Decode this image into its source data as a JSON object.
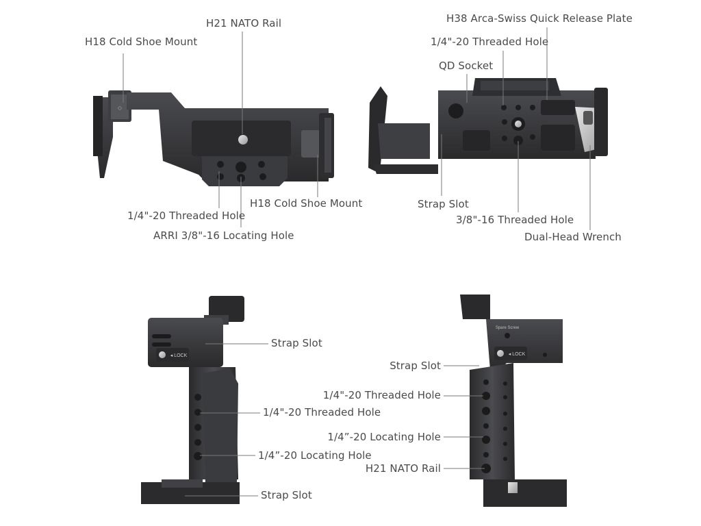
{
  "labels": {
    "top_left": {
      "nato_rail": "H21 NATO Rail",
      "cold_shoe_top": "H18 Cold Shoe Mount",
      "cold_shoe_right": "H18 Cold Shoe Mount",
      "threaded_hole": "1/4\"-20 Threaded Hole",
      "arri_hole": "ARRI 3/8\"-16 Locating Hole"
    },
    "top_right": {
      "arca_plate": "H38 Arca-Swiss Quick Release Plate",
      "threaded_hole": "1/4\"-20 Threaded Hole",
      "qd_socket": "QD Socket",
      "strap_slot": "Strap Slot",
      "threaded_hole_38": "3/8\"-16 Threaded Hole",
      "wrench": "Dual-Head Wrench"
    },
    "bottom_left": {
      "strap_slot_top": "Strap Slot",
      "threaded_hole": "1/4\"-20 Threaded Hole",
      "locating_hole": "1/4”-20 Locating Hole",
      "strap_slot_bottom": "Strap Slot"
    },
    "bottom_right": {
      "strap_slot": "Strap Slot",
      "threaded_hole": "1/4\"-20 Threaded Hole",
      "locating_hole": "1/4”-20 Locating Hole",
      "nato_rail": "H21 NATO Rail"
    }
  },
  "product_text": {
    "lock": "◂ LOCK",
    "spare_screw": "Spare Screw"
  },
  "colors": {
    "metal_dark": "#2b2b2d",
    "metal_mid": "#3c3c3f",
    "metal_light": "#55565a",
    "leader": "#777777",
    "label": "#4a4a4a",
    "silver": "#c9c9c9"
  }
}
